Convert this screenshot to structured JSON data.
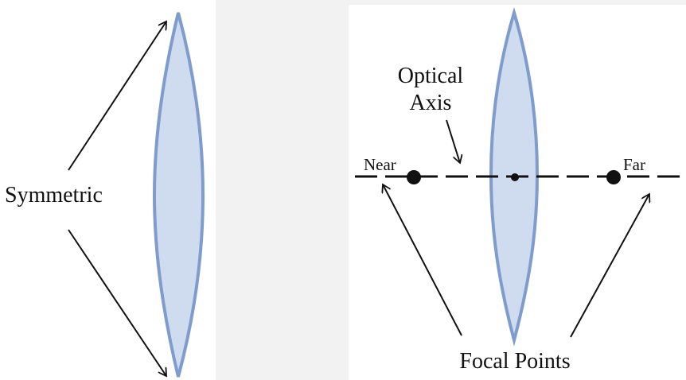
{
  "left_panel": {
    "symmetric_label": "Symmetric"
  },
  "right_panel": {
    "optical_axis_label_line1": "Optical",
    "optical_axis_label_line2": "Axis",
    "near_label": "Near",
    "far_label": "Far",
    "focal_points_label": "Focal Points"
  },
  "colors": {
    "background": "#f2f2f2",
    "panel": "#ffffff",
    "lens_fill": "#cfdbef",
    "lens_stroke": "#7f9ccc",
    "ink": "#111111"
  }
}
